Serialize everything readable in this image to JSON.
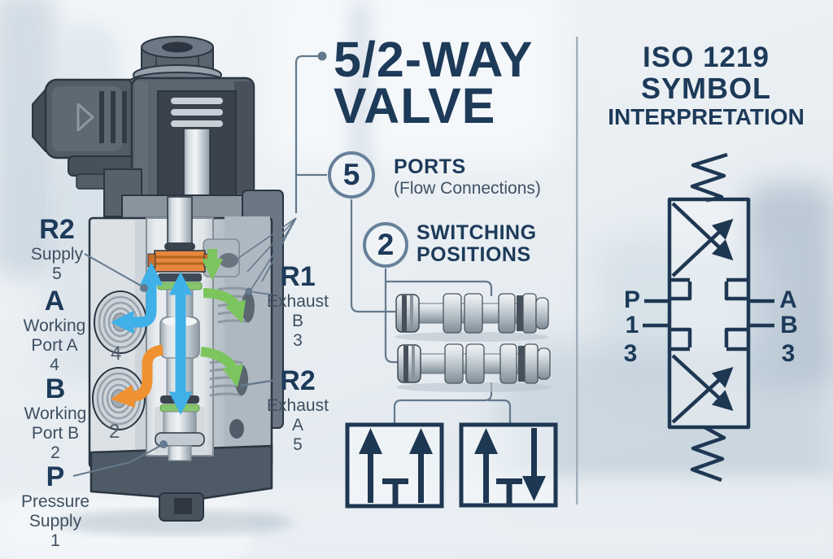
{
  "title": {
    "line1": "5/2-WAY",
    "line2": "VALVE"
  },
  "features": {
    "ports": {
      "count": "5",
      "label": "PORTS",
      "sublabel": "(Flow Connections)"
    },
    "positions": {
      "count": "2",
      "label_line1": "SWITCHING",
      "label_line2": "POSITIONS"
    }
  },
  "callouts": {
    "r2_supply": {
      "code": "R2",
      "line1": "Supply",
      "line2": "5"
    },
    "port_a": {
      "code": "A",
      "line1": "Working",
      "line2": "Port A",
      "line3": "4"
    },
    "port_b": {
      "code": "B",
      "line1": "Working",
      "line2": "Port B",
      "line3": "2"
    },
    "pressure": {
      "code": "P",
      "line1": "Pressure",
      "line2": "Supply",
      "line3": "1"
    },
    "r1_exhaust": {
      "code": "R1",
      "line1": "Exhaust",
      "line2": "B",
      "line3": "3"
    },
    "r2_exhaust": {
      "code": "R2",
      "line1": "Exhaust",
      "line2": "A",
      "line3": "5"
    }
  },
  "valve_markings": {
    "port_a_number": "4",
    "port_b_number": "2"
  },
  "iso_panel": {
    "heading_line1": "ISO 1219",
    "heading_line2": "SYMBOL",
    "heading_line3": "INTERPRETATION",
    "left_port_labels": [
      "P",
      "1",
      "3"
    ],
    "right_port_labels": [
      "A",
      "B",
      "3"
    ]
  },
  "colors": {
    "navy": "#1d3a59",
    "slate_text": "#3d4f61",
    "callout_line": "#64798d",
    "arrow_blue": "#3fb0e8",
    "arrow_orange": "#ef9130",
    "arrow_green": "#7cc55e",
    "symbol_navy": "#1e3752"
  }
}
